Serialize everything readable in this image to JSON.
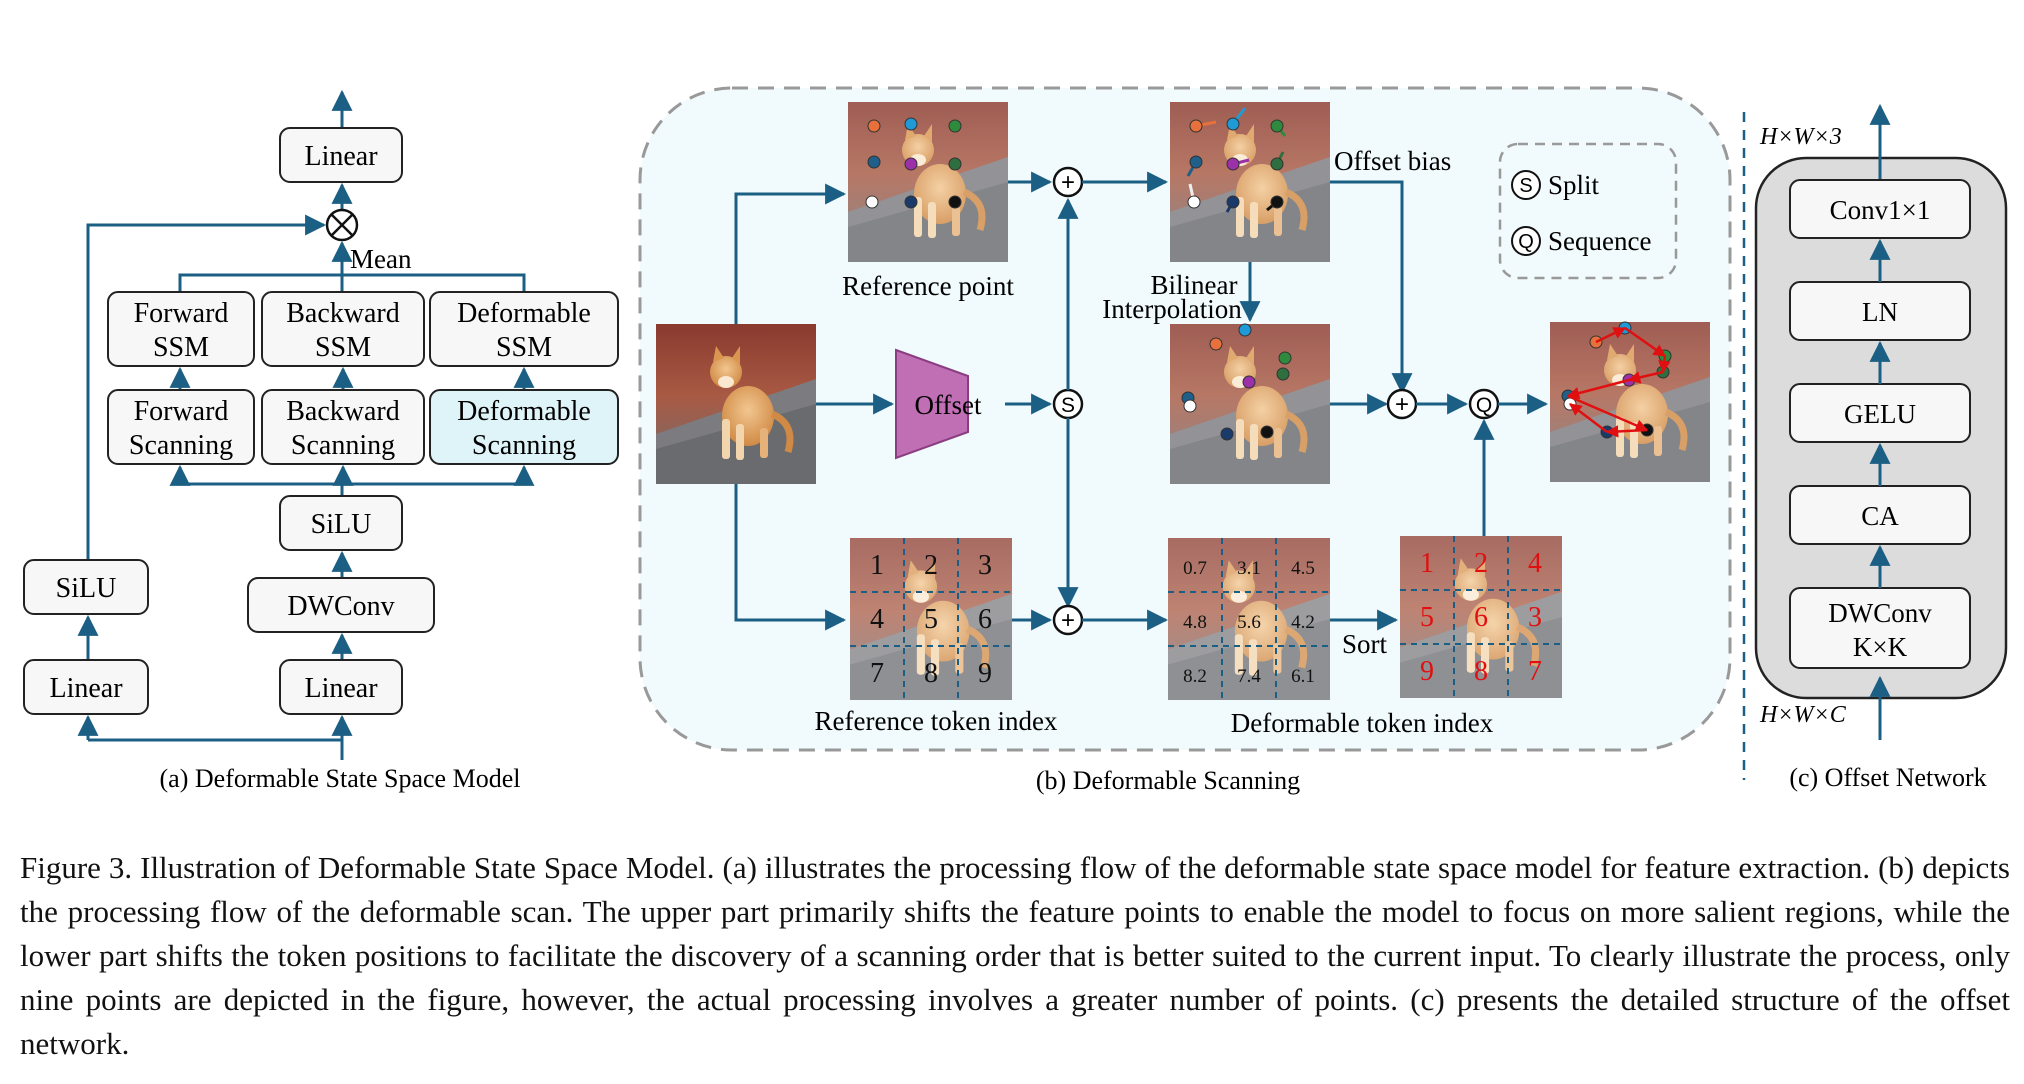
{
  "panel_a": {
    "caption": "(a) Deformable State Space Model",
    "linear_top": "Linear",
    "mean_label": "Mean",
    "ssm": [
      {
        "line1": "Forward",
        "line2": "SSM"
      },
      {
        "line1": "Backward",
        "line2": "SSM"
      },
      {
        "line1": "Deformable",
        "line2": "SSM"
      }
    ],
    "scanning": [
      {
        "line1": "Forward",
        "line2": "Scanning"
      },
      {
        "line1": "Backward",
        "line2": "Scanning"
      },
      {
        "line1": "Deformable",
        "line2": "Scanning"
      }
    ],
    "silu_center": "SiLU",
    "dwconv": "DWConv",
    "linear_center": "Linear",
    "silu_left": "SiLU",
    "linear_left": "Linear",
    "multiply_symbol": "⊗"
  },
  "panel_b": {
    "caption": "(b) Deformable Scanning",
    "reference_point": "Reference point",
    "offset": "Offset",
    "offset_bias": "Offset bias",
    "bilinear": "Bilinear",
    "interpolation": "Interpolation",
    "reference_token_index": "Reference token index",
    "deformable_token_index": "Deformable token index",
    "sort": "Sort",
    "legend_split": "Split",
    "legend_sequence": "Sequence",
    "split_symbol": "S",
    "sequence_symbol": "Q",
    "plus_symbol": "+",
    "reference_grid": [
      "1",
      "2",
      "3",
      "4",
      "5",
      "6",
      "7",
      "8",
      "9"
    ],
    "deformable_grid": [
      "0.7",
      "3.1",
      "4.5",
      "4.8",
      "5.6",
      "4.2",
      "8.2",
      "7.4",
      "6.1"
    ],
    "sorted_grid": [
      "1",
      "2",
      "4",
      "5",
      "6",
      "3",
      "9",
      "8",
      "7"
    ],
    "point_colors": [
      "#e8703a",
      "#1e9ad6",
      "#2e8b3d",
      "#1f5f8a",
      "#9b30a8",
      "#2f6e3e",
      "#ffffff",
      "#1a3a6a",
      "#111111"
    ],
    "arrow_color": "#e01010"
  },
  "panel_c": {
    "caption": "(c) Offset Network",
    "top_dim": "H×W×3",
    "bottom_dim": "H×W×C",
    "blocks": [
      {
        "line1": "Conv1×1",
        "line2": ""
      },
      {
        "line1": "LN",
        "line2": ""
      },
      {
        "line1": "GELU",
        "line2": ""
      },
      {
        "line1": "CA",
        "line2": ""
      },
      {
        "line1": "DWConv",
        "line2": "K×K"
      }
    ]
  },
  "colors": {
    "arrow": "#1c5f84",
    "box_fill": "#f7f7f7",
    "highlight_fill": "#dff4f8",
    "panel_b_fill": "#f1fafd",
    "offset_fill": "#c06fb5",
    "offset_network_fill": "#dcdcdc"
  },
  "caption": "Figure 3. Illustration of Deformable State Space Model. (a) illustrates the processing flow of the deformable state space model for feature extraction. (b) depicts the processing flow of the deformable scan. The upper part primarily shifts the feature points to enable the model to focus on more salient regions, while the lower part shifts the token positions to facilitate the discovery of a scanning order that is better suited to the current input. To clearly illustrate the process, only nine points are depicted in the figure, however, the actual processing involves a greater number of points. (c) presents the detailed structure of the offset network."
}
